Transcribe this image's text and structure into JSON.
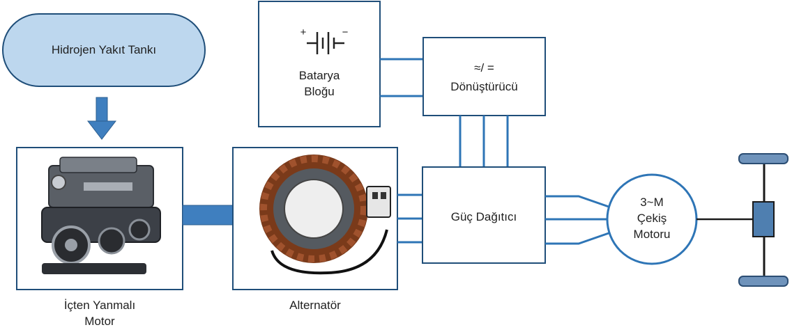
{
  "tank": {
    "label": "Hidrojen Yakıt Tankı"
  },
  "battery": {
    "line1": "Batarya",
    "line2": "Bloğu",
    "plus_sign": "+",
    "minus_sign": "−"
  },
  "converter": {
    "symbol": "≈/ =",
    "label": "Dönüştürücü"
  },
  "distributor": {
    "label": "Güç Dağıtıcı"
  },
  "motor": {
    "line1": "3~M",
    "line2": "Çekiş",
    "line3": "Motoru"
  },
  "engine": {
    "caption_line1": "İçten Yanmalı",
    "caption_line2": "Motor"
  },
  "alternator": {
    "caption": "Alternatör"
  },
  "colors": {
    "box_stroke": "#1f4e79",
    "connector": "#2e75b6",
    "connector_fill": "#3f7fbf",
    "tank_fill": "#bdd7ee",
    "wheel": "#5b7fa6",
    "axle": "#1a1a1a"
  }
}
